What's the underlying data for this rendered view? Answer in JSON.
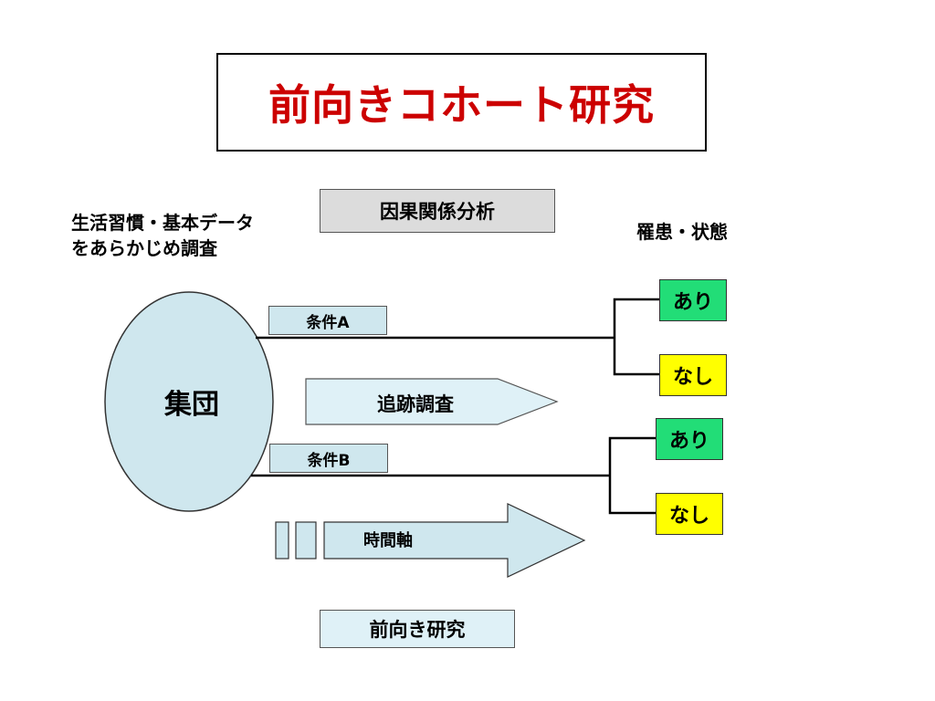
{
  "title": "前向きコホート研究",
  "causal_label": "因果関係分析",
  "baseline_text_line1": "生活習慣・基本データ",
  "baseline_text_line2": "をあらかじめ調査",
  "outcome_header": "罹患・状態",
  "group_label": "集団",
  "condition_a": "条件A",
  "condition_b": "条件B",
  "followup_label": "追跡調査",
  "time_axis_label": "時間軸",
  "study_type_label": "前向き研究",
  "outcomes": {
    "a_yes": "あり",
    "a_no": "なし",
    "b_yes": "あり",
    "b_no": "なし"
  }
}
